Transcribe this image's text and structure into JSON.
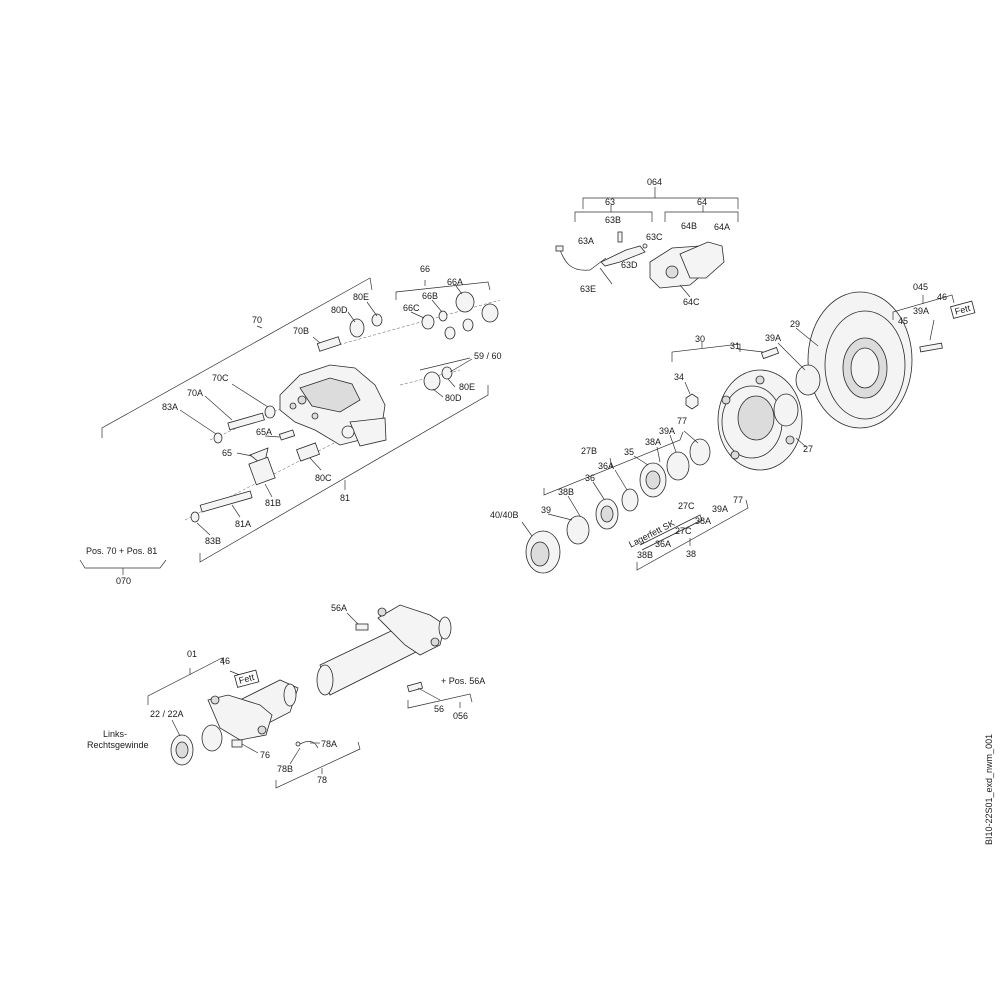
{
  "labels": {
    "l064": "064",
    "l63": "63",
    "l64": "64",
    "l63B": "63B",
    "l63A": "63A",
    "l63C": "63C",
    "l64B": "64B",
    "l64A": "64A",
    "l63D": "63D",
    "l63E": "63E",
    "l64C": "64C",
    "l66": "66",
    "l80E_top": "80E",
    "l66B": "66B",
    "l66A": "66A",
    "l66C": "66C",
    "l80D_top": "80D",
    "l70": "70",
    "l70B": "70B",
    "l5960": "59 / 60",
    "l80E_mid": "80E",
    "l80D_mid": "80D",
    "l70C": "70C",
    "l70A": "70A",
    "l83A": "83A",
    "l65A": "65A",
    "l65": "65",
    "l80C": "80C",
    "l81B": "81B",
    "l81": "81",
    "l81A": "81A",
    "l83B": "83B",
    "lPos": "Pos. 70 + Pos. 81",
    "l070": "070",
    "l045": "045",
    "l46_r": "46",
    "lFett_r": "Fett",
    "l39A_r": "39A",
    "l45": "45",
    "l29": "29",
    "l30": "30",
    "l39A_hub": "39A",
    "l31": "31",
    "l34": "34",
    "l27": "27",
    "l77_a": "77",
    "l39A_b": "39A",
    "l38A_a": "38A",
    "l27B": "27B",
    "l36A_a": "36A",
    "l35": "35",
    "l36": "36",
    "l38B_a": "38B",
    "l39": "39",
    "l4040B": "40/40B",
    "lLagerfett": "Lagerfett SK",
    "l27C_a": "27C",
    "l39A_c": "39A",
    "l77_b": "77",
    "l38A_b": "38A",
    "l27C_b": "27C",
    "l36A_b": "36A",
    "l38B_b": "38B",
    "l38": "38",
    "l56A_top": "56A",
    "l01": "01",
    "l46_l": "46",
    "lFett_l": "Fett",
    "l2222A": "22 / 22A",
    "lLinks": "Links-",
    "lRechts": "Rechtsgewinde",
    "l76": "76",
    "l78A": "78A",
    "l78B": "78B",
    "l78": "78",
    "lPos56A": "+ Pos. 56A",
    "l56": "56",
    "l056": "056",
    "drawing_id": "BI10-22S01_exd_nwm_001"
  }
}
